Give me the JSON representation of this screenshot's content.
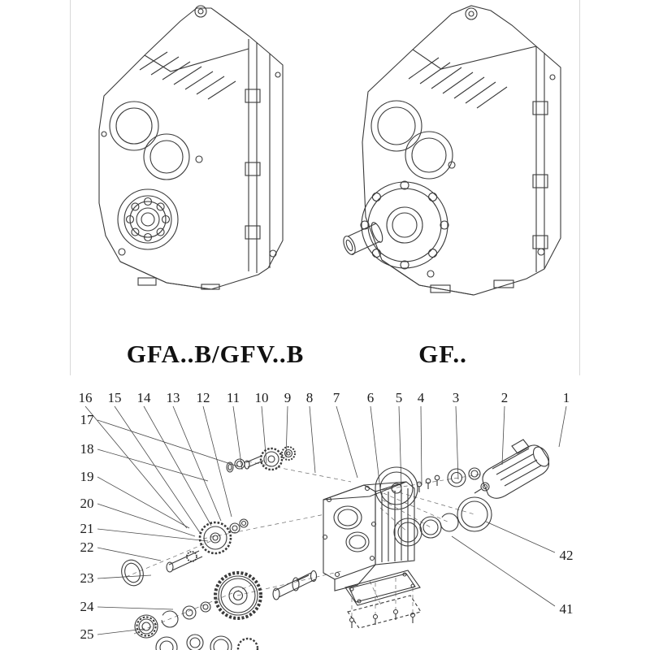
{
  "page": {
    "background": "#ffffff",
    "line_color": "#3a3a3a"
  },
  "models": [
    {
      "label": "GFA..B/GFV..B"
    },
    {
      "label": "GF.."
    }
  ],
  "exploded": {
    "top_labels": [
      "16",
      "15",
      "14",
      "13",
      "12",
      "11",
      "10",
      "9",
      "8",
      "7",
      "6",
      "5",
      "4",
      "3",
      "2",
      "1"
    ],
    "left_labels": [
      "17",
      "18",
      "19",
      "20",
      "21",
      "22",
      "23",
      "24",
      "25"
    ],
    "right_labels": [
      "42",
      "41"
    ]
  }
}
